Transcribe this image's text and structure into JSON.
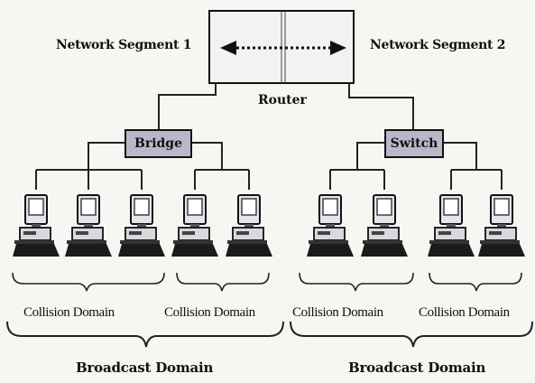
{
  "segments": {
    "left": "Network Segment 1",
    "right": "Network Segment 2"
  },
  "router": {
    "label": "Router"
  },
  "devices": {
    "bridge": "Bridge",
    "switch": "Switch"
  },
  "collision_domain_label": "Collision Domain",
  "broadcast_domain_label": "Broadcast Domain"
}
